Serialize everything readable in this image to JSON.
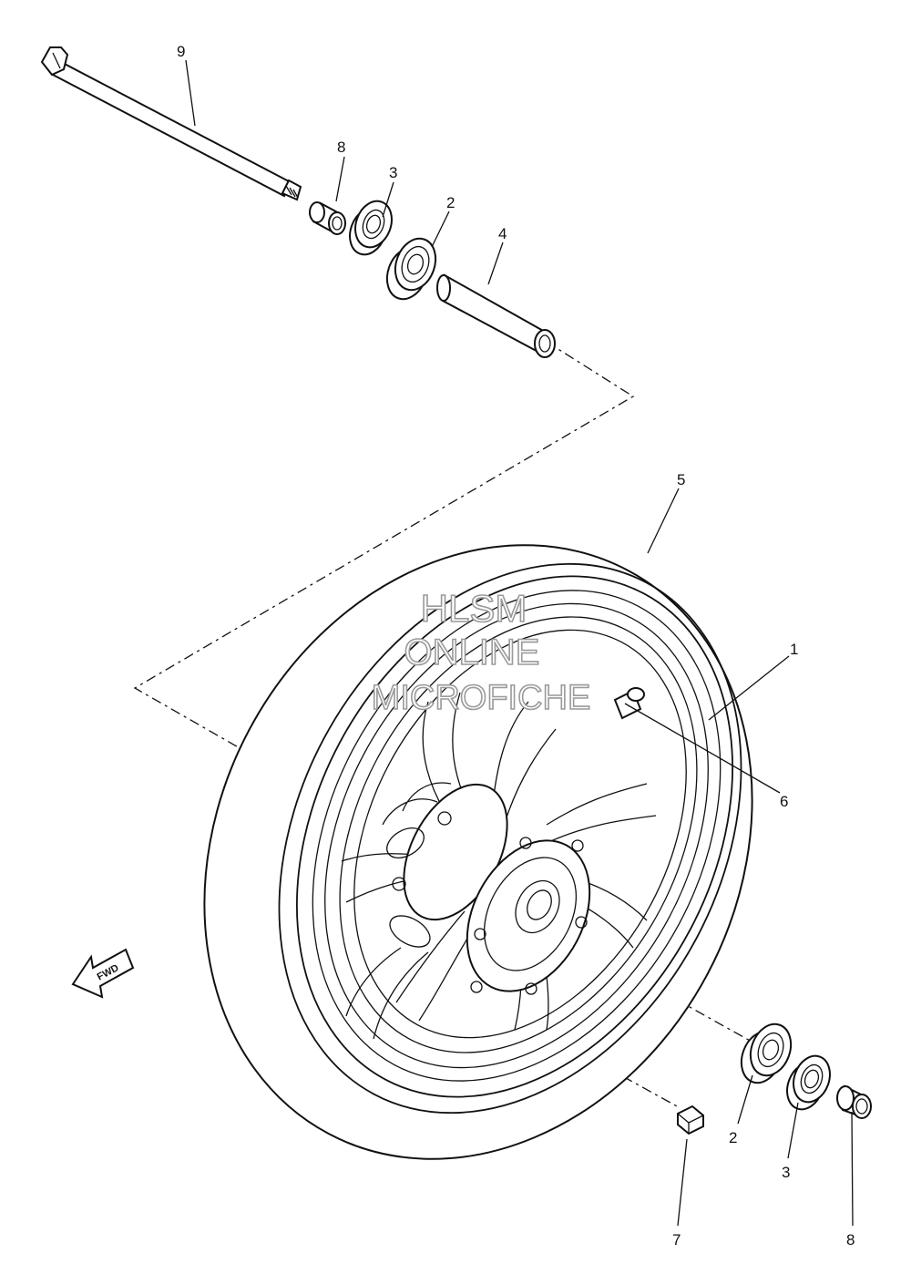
{
  "callouts": {
    "c1": "1",
    "c2a": "2",
    "c2b": "2",
    "c3a": "3",
    "c3b": "3",
    "c4": "4",
    "c5": "5",
    "c6": "6",
    "c7": "7",
    "c8a": "8",
    "c8b": "8",
    "c9": "9"
  },
  "watermark": {
    "line1": "HLSM",
    "line2": "ONLINE",
    "line3": "MICROFICHE"
  },
  "fwd_label": "FWD"
}
